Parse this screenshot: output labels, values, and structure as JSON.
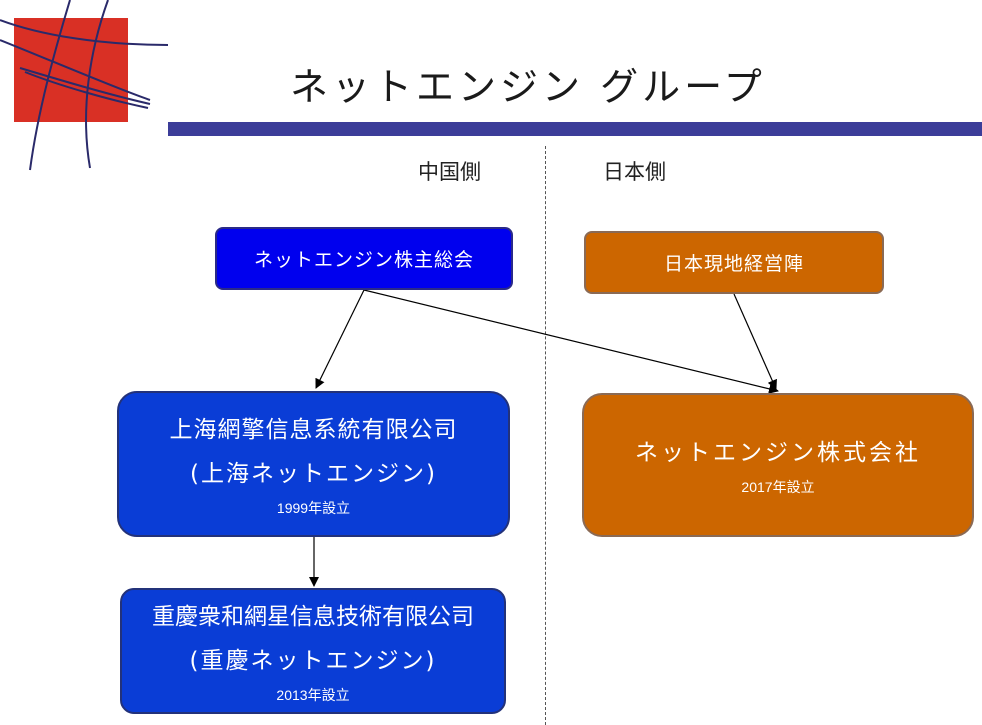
{
  "title": "ネットエンジン グループ",
  "side_labels": {
    "china": "中国側",
    "japan": "日本側"
  },
  "boxes": {
    "shareholders": {
      "label": "ネットエンジン株主総会"
    },
    "japan_management": {
      "label": "日本現地経営陣"
    },
    "shanghai": {
      "name": "上海網擎信息系統有限公司",
      "short": "(上海ネットエンジン)",
      "established": "1999年設立"
    },
    "japan_company": {
      "name": "ネットエンジン株式会社",
      "established": "2017年設立"
    },
    "chongqing": {
      "name": "重慶衆和網星信息技術有限公司",
      "short": "(重慶ネットエンジン)",
      "established": "2013年設立"
    }
  },
  "colors": {
    "blue": "#0000ee",
    "blue_box": "#0a3dd6",
    "orange": "#cc6600",
    "title_bar": "#3c3d99",
    "logo_red": "#d93025",
    "logo_line": "#2a2a6a"
  },
  "icons": {
    "logo": "hash-grid-logo"
  }
}
